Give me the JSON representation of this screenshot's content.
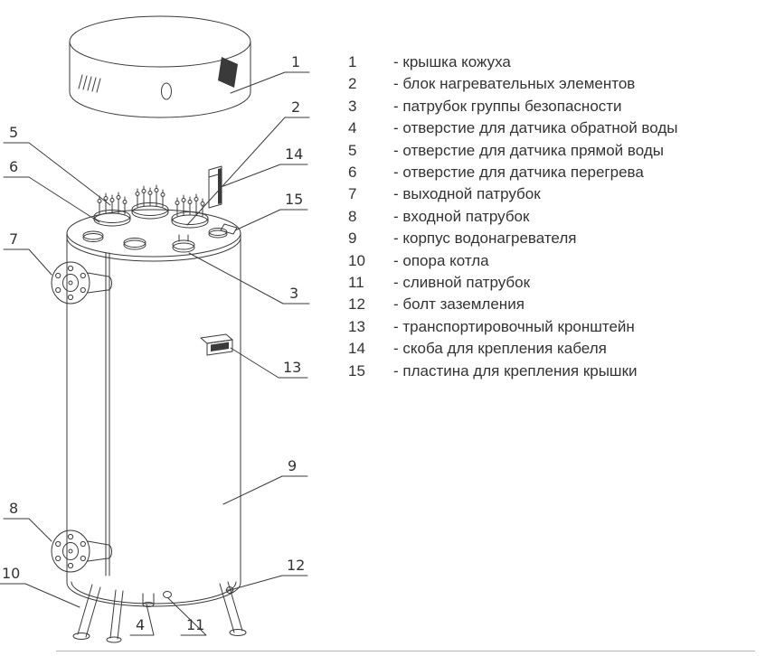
{
  "legend": {
    "items": [
      {
        "num": "1",
        "label": "- крышка кожуха"
      },
      {
        "num": "2",
        "label": "- блок нагревательных элементов"
      },
      {
        "num": "3",
        "label": "- патрубок группы безопасности"
      },
      {
        "num": "4",
        "label": "- отверстие для датчика обратной воды"
      },
      {
        "num": "5",
        "label": "- отверстие для датчика прямой воды"
      },
      {
        "num": "6",
        "label": "- отверстие для датчика перегрева"
      },
      {
        "num": "7",
        "label": "- выходной патрубок"
      },
      {
        "num": "8",
        "label": "- входной патрубок"
      },
      {
        "num": "9",
        "label": "- корпус водонагревателя"
      },
      {
        "num": "10",
        "label": "- опора котла"
      },
      {
        "num": "11",
        "label": "- сливной патрубок"
      },
      {
        "num": "12",
        "label": "- болт заземления"
      },
      {
        "num": "13",
        "label": "- транспортировочный кронштейн"
      },
      {
        "num": "14",
        "label": "- скоба для крепления кабеля"
      },
      {
        "num": "15",
        "label": "- пластина для крепления крышки"
      }
    ]
  },
  "colors": {
    "ink": "#3a3a3a",
    "text": "#333333",
    "background": "#ffffff"
  }
}
